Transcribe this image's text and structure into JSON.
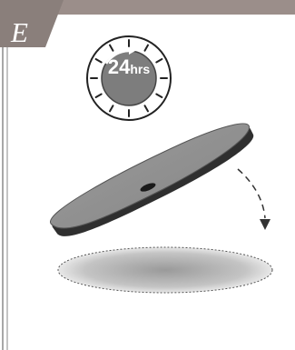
{
  "step": {
    "letter": "E"
  },
  "timer": {
    "value": "24",
    "unit": "hrs"
  },
  "colors": {
    "header_band": "#9b8e8a",
    "frame_line": "#8a8a8a",
    "clock_face": "#7d7d7d",
    "disc_top": "#8e8e8e",
    "disc_edge": "#3a3a3a",
    "shadow_center": "#9a9a9a"
  },
  "icons": [
    "clock-icon",
    "curved-arrow-icon"
  ]
}
